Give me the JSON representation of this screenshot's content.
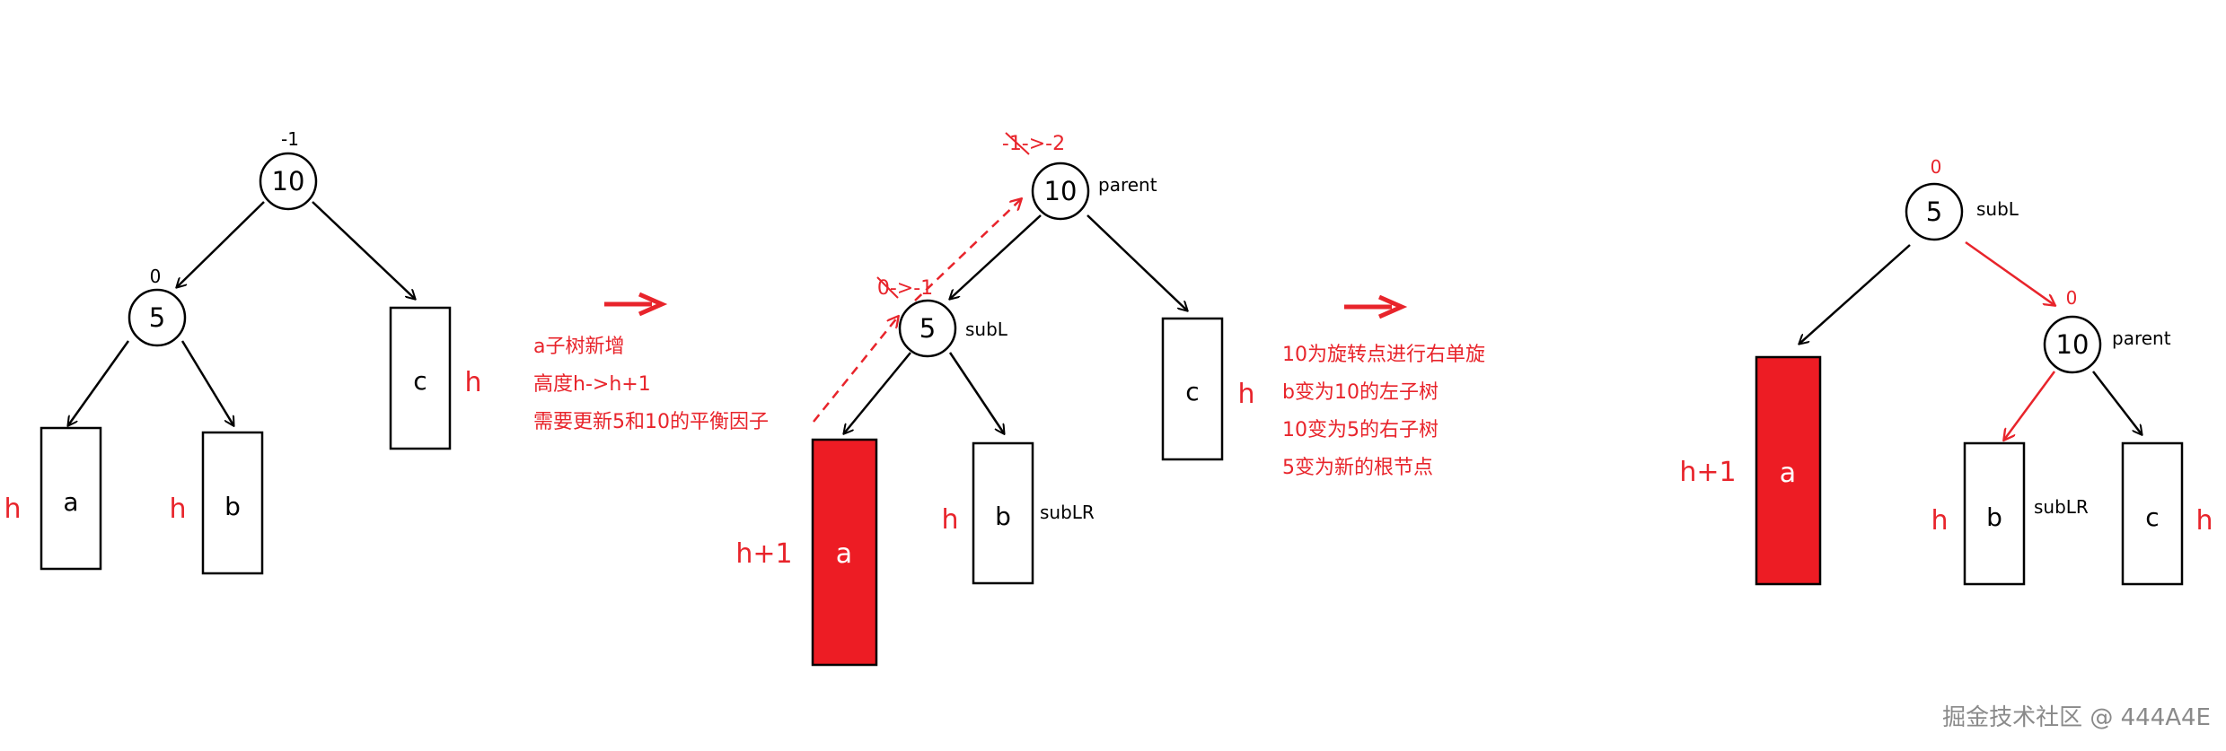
{
  "colors": {
    "ink": "#000000",
    "accent": "#e8242b",
    "fill": "#ed1c24",
    "watermark": "#8a8a8a"
  },
  "panel_before": {
    "root": {
      "label": "10",
      "bf": "-1"
    },
    "left": {
      "label": "5",
      "bf": "0"
    },
    "subtrees": {
      "a": "a",
      "b": "b",
      "c": "c"
    },
    "heights": {
      "a": "h",
      "b": "h",
      "c": "h"
    }
  },
  "arrow_1": {
    "glyph": "→"
  },
  "notes_1": [
    "a子树新增",
    "高度h->h+1",
    "需要更新5和10的平衡因子"
  ],
  "panel_mid": {
    "root": {
      "label": "10",
      "bf": "-1->-2",
      "tag": "parent"
    },
    "left": {
      "label": "5",
      "bf": "0->-1",
      "tag": "subL"
    },
    "subtrees": {
      "a": "a",
      "b": "b",
      "c": "c"
    },
    "b_tag": "subLR",
    "heights": {
      "a": "h+1",
      "b": "h",
      "c": "h"
    }
  },
  "arrow_2": {
    "glyph": "→"
  },
  "notes_2": [
    "10为旋转点进行右单旋",
    "b变为10的左子树",
    "10变为5的右子树",
    "5变为新的根节点"
  ],
  "panel_after": {
    "root": {
      "label": "5",
      "bf": "0",
      "tag": "subL"
    },
    "right": {
      "label": "10",
      "bf": "0",
      "tag": "parent"
    },
    "subtrees": {
      "a": "a",
      "b": "b",
      "c": "c"
    },
    "b_tag": "subLR",
    "heights": {
      "a": "h+1",
      "b": "h",
      "c": "h"
    }
  },
  "watermark": "掘金技术社区 @ 444A4E"
}
